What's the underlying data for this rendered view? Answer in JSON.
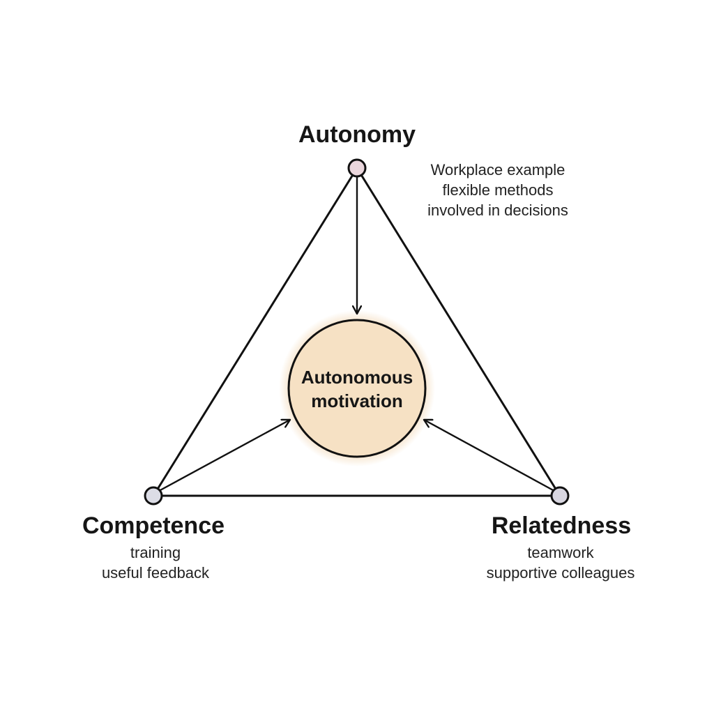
{
  "center": {
    "line1": "Autonomous",
    "line2": "motivation",
    "fill": "#f6e1c4",
    "glow": "#f6e4cc"
  },
  "nodes": {
    "autonomy": {
      "title": "Autonomy",
      "notes": [
        "Workplace example",
        "flexible methods",
        "involved in decisions"
      ],
      "node_fill": "#ead6dc"
    },
    "competence": {
      "title": "Competence",
      "notes": [
        "training",
        "useful feedback"
      ],
      "node_fill": "#dcdde6"
    },
    "relatedness": {
      "title": "Relatedness",
      "notes": [
        "teamwork",
        "supportive colleagues"
      ],
      "node_fill": "#d8d6e0"
    }
  },
  "colors": {
    "line": "#111111",
    "background": "#ffffff"
  }
}
